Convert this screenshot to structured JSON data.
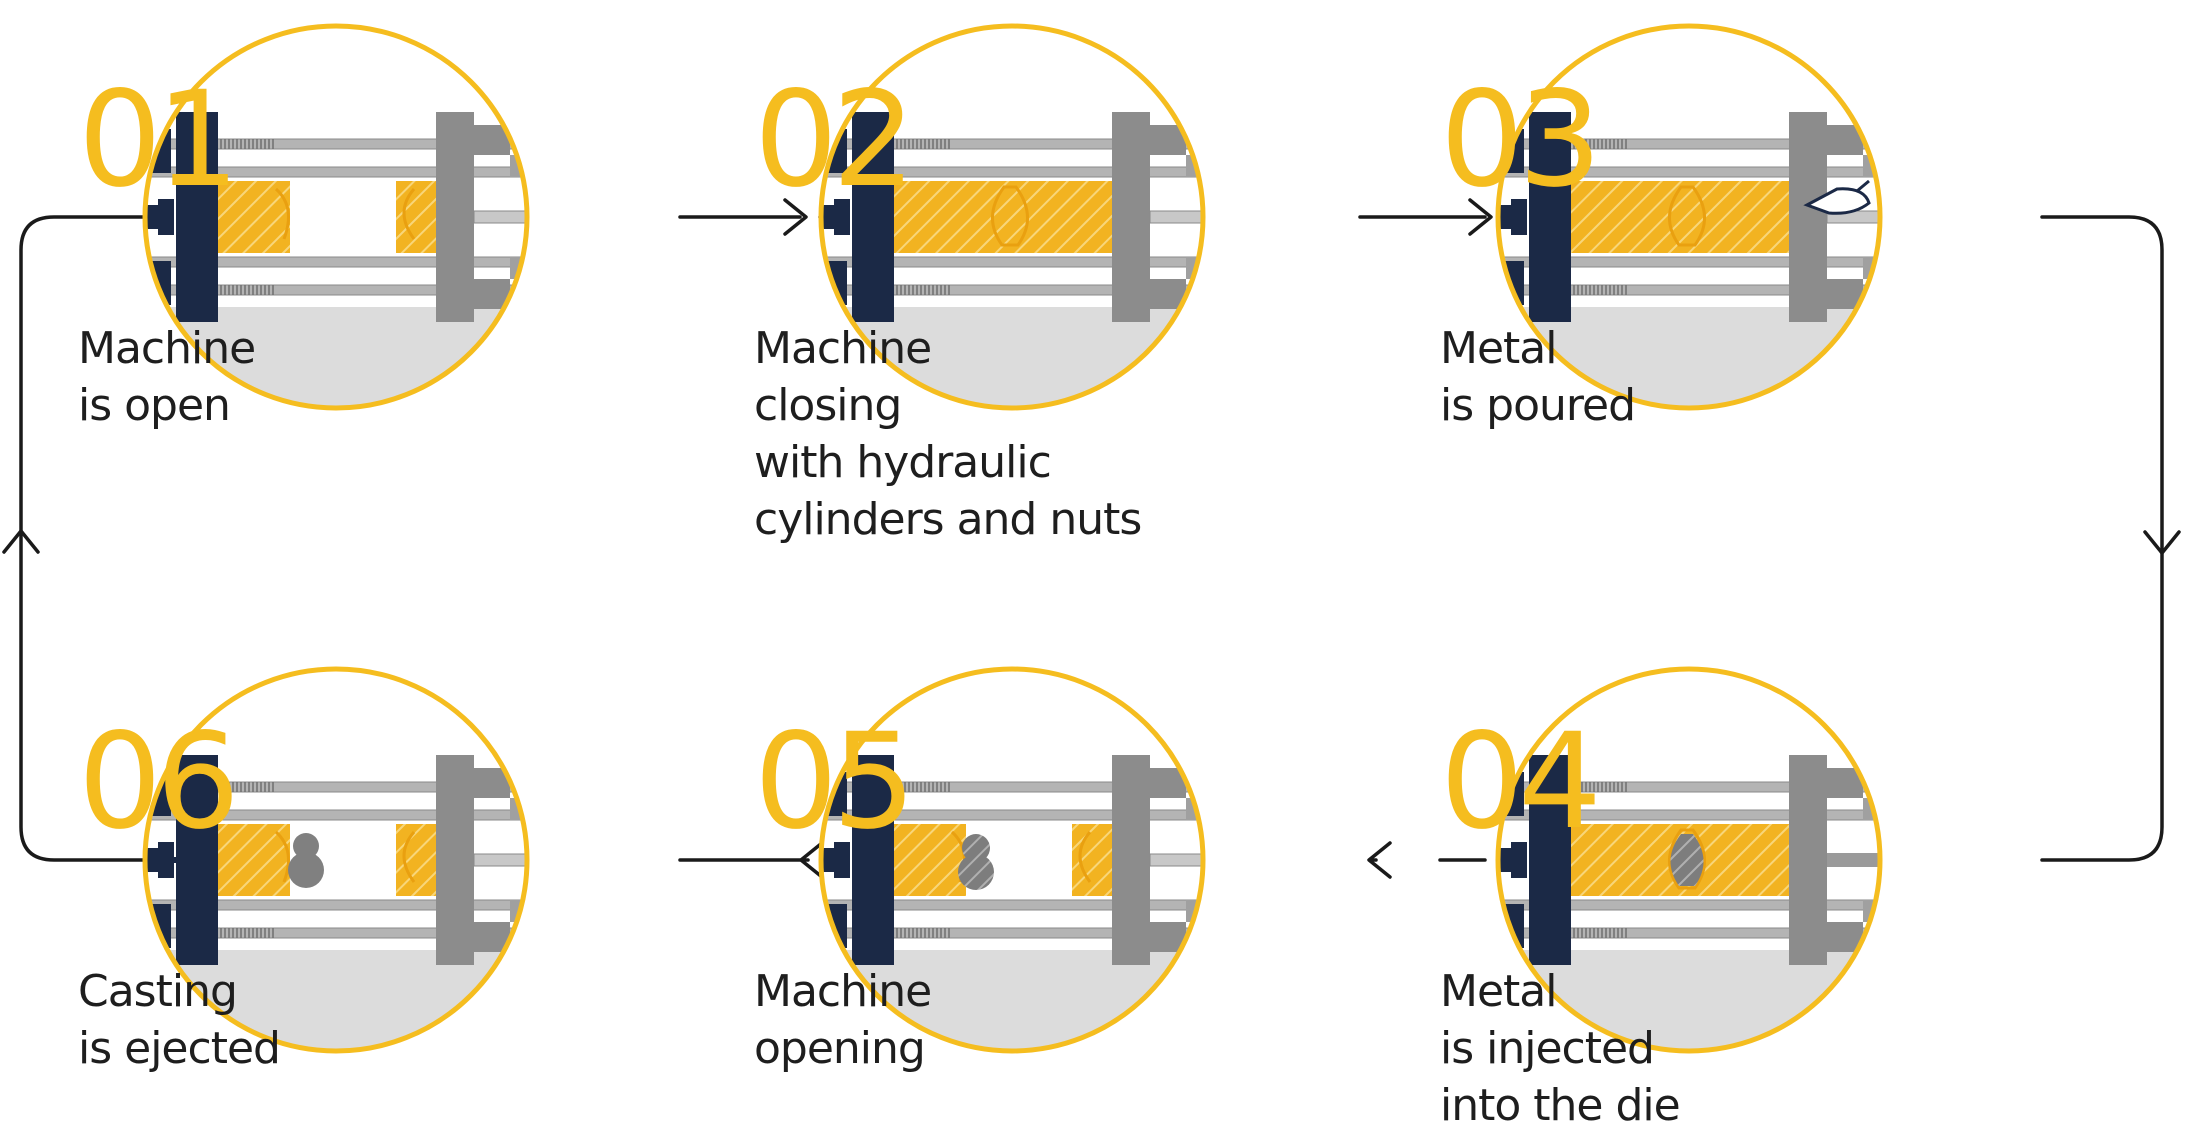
{
  "colors": {
    "accent": "#F5BD1F",
    "platen_dark": "#1B2946",
    "platen_gray": "#8C8C8C",
    "die_gold": "#F2B321",
    "floor": "#DCDCDC",
    "rod": "#B4B4B4",
    "line": "#1a1a1a",
    "casting": "#808080"
  },
  "steps": [
    {
      "number": "01",
      "label_lines": [
        "Machine",
        "is open"
      ],
      "state": "open"
    },
    {
      "number": "02",
      "label_lines": [
        "Machine",
        "closing",
        "with hydraulic",
        "cylinders and nuts"
      ],
      "state": "closing"
    },
    {
      "number": "03",
      "label_lines": [
        "Metal",
        "is poured"
      ],
      "state": "poured"
    },
    {
      "number": "04",
      "label_lines": [
        "Metal",
        "is injected",
        "into the die"
      ],
      "state": "injected"
    },
    {
      "number": "05",
      "label_lines": [
        "Machine",
        "opening"
      ],
      "state": "opening"
    },
    {
      "number": "06",
      "label_lines": [
        "Casting",
        "is ejected"
      ],
      "state": "ejected"
    }
  ]
}
